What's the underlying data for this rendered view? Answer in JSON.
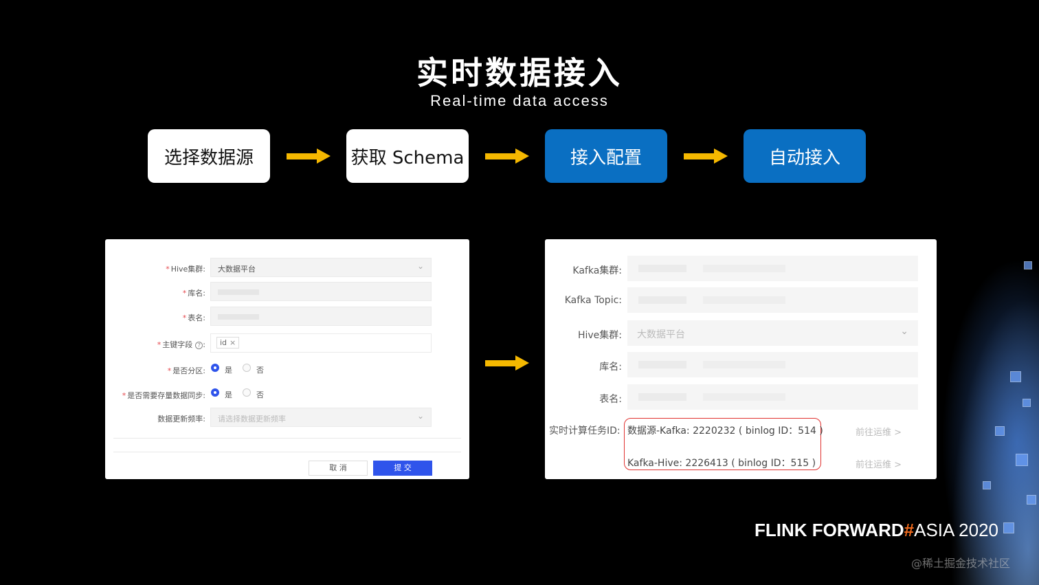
{
  "slide": {
    "title": "实时数据接入",
    "subtitle": "Real-time data access"
  },
  "steps": [
    {
      "label": "选择数据源"
    },
    {
      "label": "获取 Schema"
    },
    {
      "label": "接入配置"
    },
    {
      "label": "自动接入"
    }
  ],
  "colors": {
    "arrow": "#f5b800",
    "step_blue": "#0a6fc2",
    "primary_button": "#2f54eb",
    "highlight_border": "#e0312f",
    "brand_hash": "#f26b1d"
  },
  "left_form": {
    "hive_cluster": {
      "label": "Hive集群:",
      "value": "大数据平台"
    },
    "db_name": {
      "label": "库名:"
    },
    "table_name": {
      "label": "表名:"
    },
    "primary_key": {
      "label": "主键字段",
      "colon": ":",
      "tag": "id"
    },
    "is_partitioned": {
      "label": "是否分区:",
      "yes": "是",
      "no": "否"
    },
    "sync_existing": {
      "label": "是否需要存量数据同步:",
      "yes": "是",
      "no": "否"
    },
    "update_freq": {
      "label": "数据更新频率:",
      "placeholder": "请选择数据更新频率"
    },
    "cancel_label": "取 消",
    "submit_label": "提 交"
  },
  "right_form": {
    "kafka_cluster": {
      "label": "Kafka集群:"
    },
    "kafka_topic": {
      "label": "Kafka Topic:"
    },
    "hive_cluster": {
      "label": "Hive集群:",
      "value": "大数据平台"
    },
    "db_name": {
      "label": "库名:"
    },
    "table_name": {
      "label": "表名:"
    },
    "task_label": "实时计算任务ID:",
    "tasks": [
      {
        "text": "数据源-Kafka: 2220232 ( binlog ID：514 )",
        "link": "前往运维 >"
      },
      {
        "text": "Kafka-Hive: 2226413 ( binlog ID：515 )",
        "link": "前往运维 >"
      }
    ]
  },
  "footer": {
    "brand_a": "FLINK",
    "brand_b": "FORWARD",
    "brand_hash": "#",
    "brand_c": "ASIA 2020",
    "watermark": "@稀土掘金技术社区"
  }
}
